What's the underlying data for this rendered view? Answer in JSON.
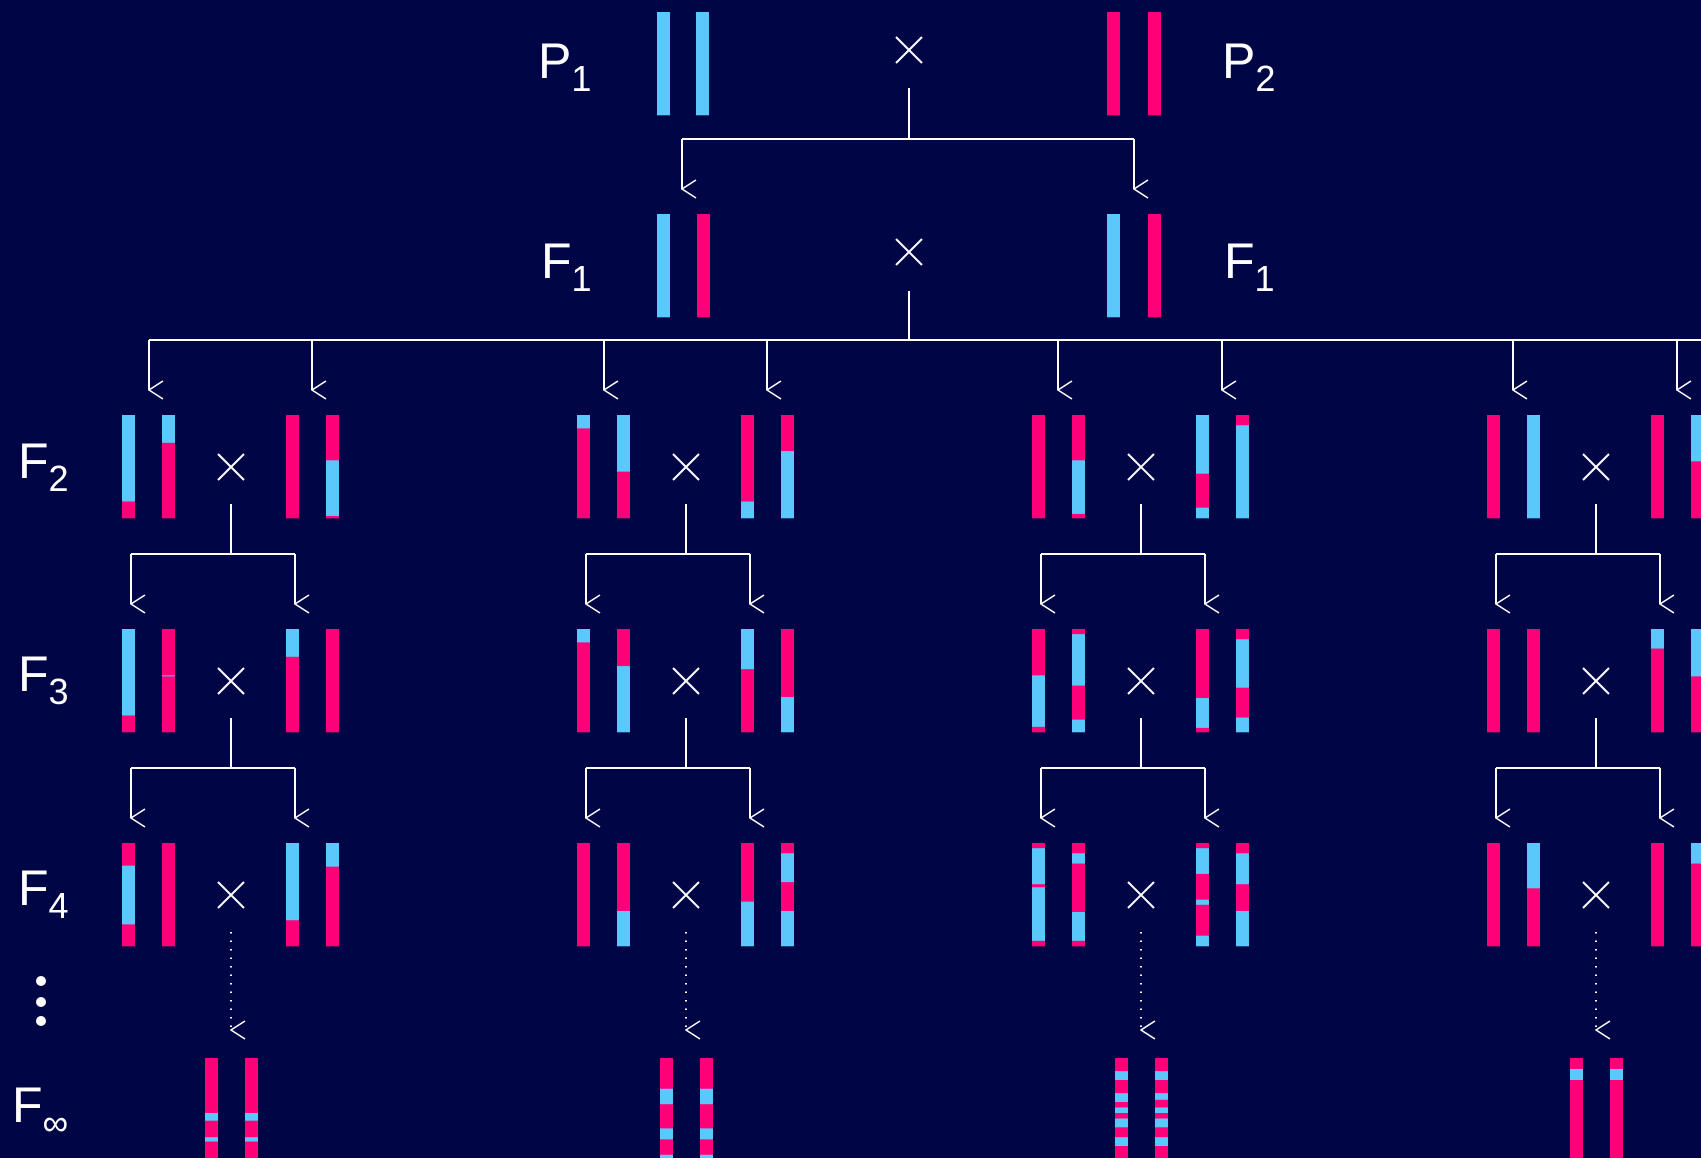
{
  "colors": {
    "background": "#000645",
    "parent1_blue": "#5ac8fa",
    "parent2_pink": "#ff0078",
    "line": "#ffffff"
  },
  "cross_symbol": "×",
  "generations": {
    "p1": {
      "letter": "P",
      "sub": "1"
    },
    "p2": {
      "letter": "P",
      "sub": "2"
    },
    "f1": {
      "letter": "F",
      "sub": "1"
    },
    "f2": {
      "letter": "F",
      "sub": "2"
    },
    "f3": {
      "letter": "F",
      "sub": "3"
    },
    "f4": {
      "letter": "F",
      "sub": "4"
    },
    "finf": {
      "letter": "F",
      "sub": "∞"
    }
  }
}
